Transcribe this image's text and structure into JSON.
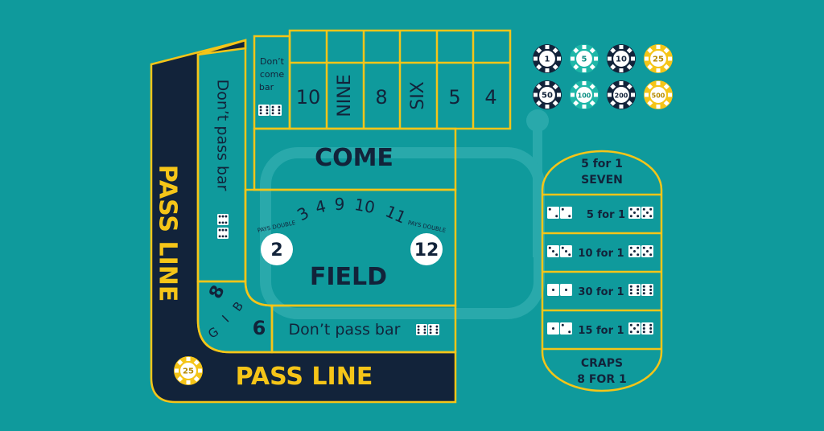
{
  "colors": {
    "table_felt": "#0f9a9c",
    "line_yellow": "#f5c518",
    "navy": "#12233a",
    "white": "#ffffff",
    "chip_teal": "#1fb7a8",
    "chip_gold": "#f5c518",
    "watermark": "#33adb0"
  },
  "table": {
    "pass_line_vertical": "PASS LINE",
    "pass_line_bottom": "PASS LINE",
    "dont_pass_bar_vertical": "Don’t pass bar",
    "dont_pass_bar_bottom": "Don’t pass bar",
    "dont_come_bar": [
      "Don’t",
      "come",
      "bar"
    ],
    "place_numbers": [
      "10",
      "NINE",
      "8",
      "SIX",
      "5",
      "4"
    ],
    "come": "COME",
    "field": {
      "label": "FIELD",
      "pays_double_left": "PAYS DOUBLE",
      "pays_double_right": "PAYS DOUBLE",
      "double_left": "2",
      "double_right": "12",
      "numbers": [
        "3",
        "4",
        "9",
        "10",
        "11"
      ]
    },
    "big": {
      "eight": "8",
      "six": "6",
      "letters": [
        "B",
        "I",
        "G"
      ]
    },
    "pass_line_chip": "25"
  },
  "chips": [
    {
      "value": "1",
      "color": "navy"
    },
    {
      "value": "5",
      "color": "teal"
    },
    {
      "value": "10",
      "color": "navy"
    },
    {
      "value": "25",
      "color": "gold"
    },
    {
      "value": "50",
      "color": "navy"
    },
    {
      "value": "100",
      "color": "teal"
    },
    {
      "value": "200",
      "color": "navy"
    },
    {
      "value": "500",
      "color": "gold"
    }
  ],
  "proposition": {
    "top": [
      "5 for 1",
      "SEVEN"
    ],
    "rows": [
      {
        "label": "5 for 1",
        "left_dice": [
          2,
          2
        ],
        "right_dice": [
          5,
          5
        ]
      },
      {
        "label": "10 for 1",
        "left_dice": [
          3,
          3
        ],
        "right_dice": [
          5,
          5
        ]
      },
      {
        "label": "30 for 1",
        "left_dice": [
          1,
          1
        ],
        "right_dice": [
          6,
          6
        ]
      },
      {
        "label": "15 for 1",
        "left_dice": [
          1,
          2
        ],
        "right_dice": [
          5,
          6
        ]
      }
    ],
    "bottom": [
      "CRAPS",
      "8 FOR 1"
    ]
  }
}
